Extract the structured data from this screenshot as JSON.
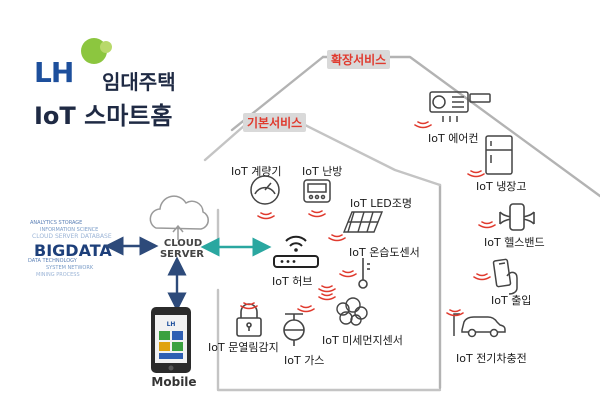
{
  "brand": {
    "logo_text": "LH",
    "title_line1": "임대주택",
    "title_line2": "IoT 스마트홈",
    "colors": {
      "lh_blue": "#1d4f9c",
      "lh_green": "#8cc63f",
      "accent_red": "#e03a2e"
    }
  },
  "sections": {
    "extended": "확장서비스",
    "basic": "기본서비스"
  },
  "network": {
    "cloud_line1": "CLOUD",
    "cloud_line2": "SERVER",
    "bigdata": "BIGDATA",
    "mobile": "Mobile",
    "hub": "IoT 허브"
  },
  "basic_devices": [
    {
      "label": "IoT 계량기",
      "icon": "gauge-icon"
    },
    {
      "label": "IoT 난방",
      "icon": "thermostat-icon"
    },
    {
      "label": "IoT LED조명",
      "icon": "solar-panel-icon"
    },
    {
      "label": "IoT 온습도센서",
      "icon": "thermometer-icon"
    },
    {
      "label": "IoT 문열림감지",
      "icon": "padlock-icon"
    },
    {
      "label": "IoT 가스",
      "icon": "gas-valve-icon"
    },
    {
      "label": "IoT 미세먼지센서",
      "icon": "dust-cloud-icon"
    }
  ],
  "extended_devices": [
    {
      "label": "IoT 에어컨",
      "icon": "air-conditioner-icon"
    },
    {
      "label": "IoT 냉장고",
      "icon": "refrigerator-icon"
    },
    {
      "label": "IoT 헬스밴드",
      "icon": "health-band-icon"
    },
    {
      "label": "IoT 출입",
      "icon": "access-card-icon"
    },
    {
      "label": "IoT 전기차충전",
      "icon": "ev-charging-icon"
    }
  ]
}
